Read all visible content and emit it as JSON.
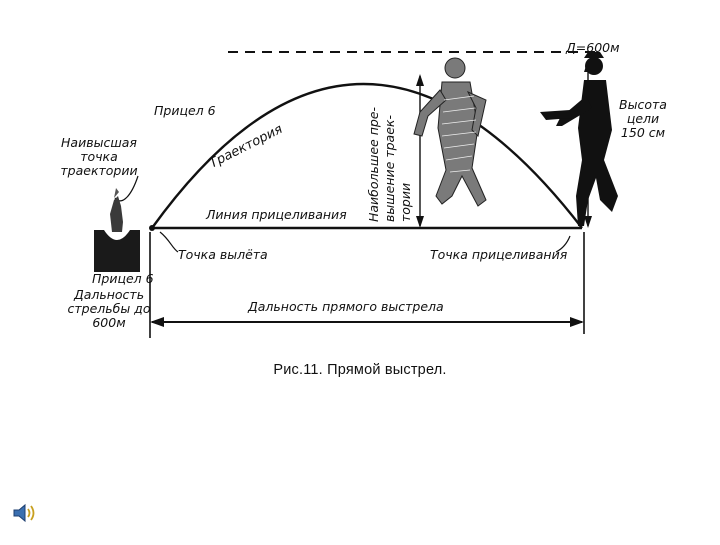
{
  "labels": {
    "distance": "Д=600м",
    "sight_top": "Прицел 6",
    "highest_point": "Наивысшая точка траектории",
    "trajectory": "Траектория",
    "aim_line": "Линия прицеливания",
    "exceed": "Наибольшее пре- вышение траек- тории",
    "target_height": "Высота цели 150 см",
    "launch_point": "Точка вылёта",
    "aim_point": "Точка прицеливания",
    "sight_bottom": "Прицел 6",
    "range": "Дальность стрельбы до 600м",
    "direct_range": "Дальность прямого выстрела"
  },
  "caption": "Рис.11. Прямой выстрел.",
  "icons": {
    "audio": "speaker-icon"
  }
}
